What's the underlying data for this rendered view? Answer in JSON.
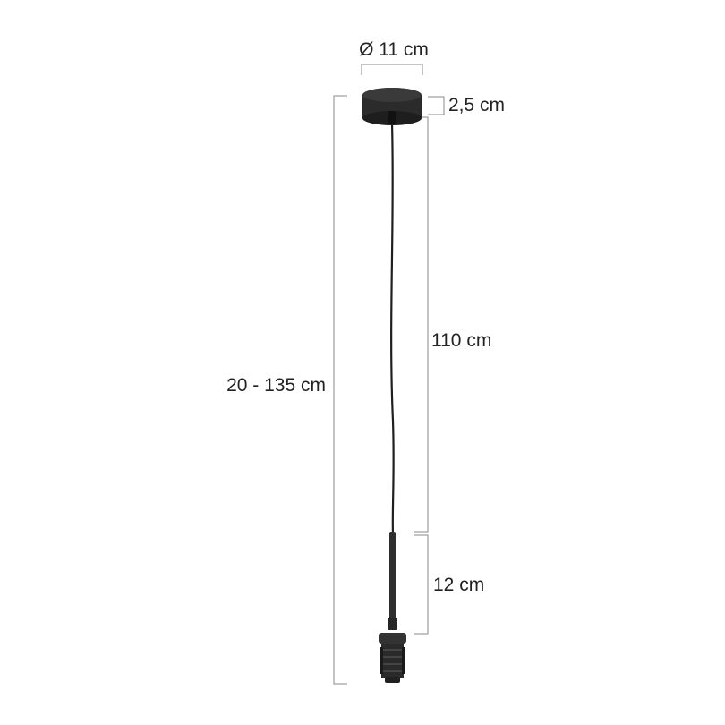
{
  "title": "",
  "colors": {
    "background": "#ffffff",
    "lamp": "#2b2b2b",
    "cable": "#1f1f1f",
    "dimension_line": "#8a8a8a",
    "text": "#222222"
  },
  "dimensions": {
    "canopy_diameter": "Ø 11 cm",
    "canopy_height": "2,5 cm",
    "cable_length": "110 cm",
    "socket_length": "12 cm",
    "total_height": "20 - 135 cm"
  }
}
